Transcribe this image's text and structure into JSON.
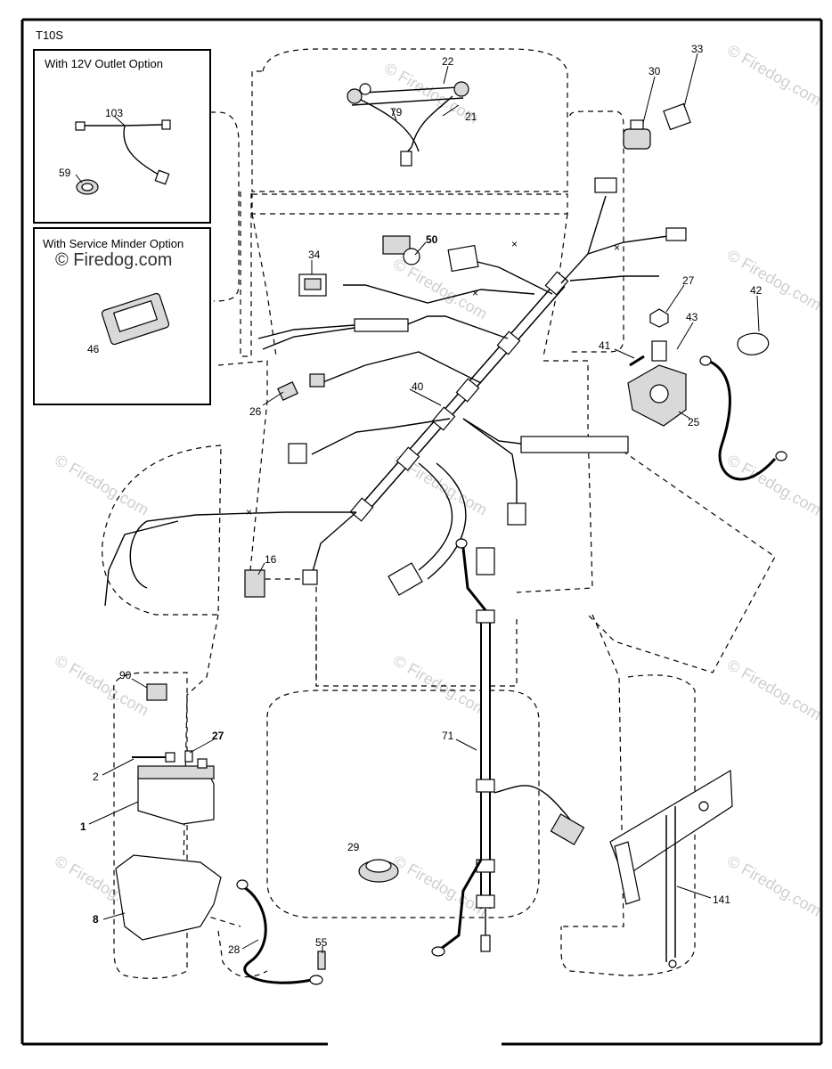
{
  "diagram_code": "T10S",
  "boxes": {
    "outlet_option": {
      "title": "With 12V Outlet Option"
    },
    "service_minder_option": {
      "title": "With Service Minder Option"
    }
  },
  "callouts": [
    {
      "id": "c22",
      "text": "22",
      "bold": false
    },
    {
      "id": "c79",
      "text": "79",
      "bold": false
    },
    {
      "id": "c21",
      "text": "21",
      "bold": false
    },
    {
      "id": "c30",
      "text": "30",
      "bold": false
    },
    {
      "id": "c33",
      "text": "33",
      "bold": false
    },
    {
      "id": "c103",
      "text": "103",
      "bold": false
    },
    {
      "id": "c59",
      "text": "59",
      "bold": false
    },
    {
      "id": "c50",
      "text": "50",
      "bold": true
    },
    {
      "id": "c34",
      "text": "34",
      "bold": false
    },
    {
      "id": "c46",
      "text": "46",
      "bold": false
    },
    {
      "id": "c27a",
      "text": "27",
      "bold": false
    },
    {
      "id": "c42",
      "text": "42",
      "bold": false
    },
    {
      "id": "c43",
      "text": "43",
      "bold": false
    },
    {
      "id": "c41",
      "text": "41",
      "bold": false
    },
    {
      "id": "c40",
      "text": "40",
      "bold": false
    },
    {
      "id": "c26",
      "text": "26",
      "bold": false
    },
    {
      "id": "c25",
      "text": "25",
      "bold": false
    },
    {
      "id": "c16",
      "text": "16",
      "bold": false
    },
    {
      "id": "c90",
      "text": "90",
      "bold": false
    },
    {
      "id": "c27b",
      "text": "27",
      "bold": true
    },
    {
      "id": "c2",
      "text": "2",
      "bold": false
    },
    {
      "id": "c1",
      "text": "1",
      "bold": true
    },
    {
      "id": "c71",
      "text": "71",
      "bold": false
    },
    {
      "id": "c29",
      "text": "29",
      "bold": false
    },
    {
      "id": "c8",
      "text": "8",
      "bold": true
    },
    {
      "id": "c28",
      "text": "28",
      "bold": false
    },
    {
      "id": "c55",
      "text": "55",
      "bold": false
    },
    {
      "id": "c141",
      "text": "141",
      "bold": false
    }
  ],
  "watermark": {
    "text": "© Firedog.com"
  }
}
